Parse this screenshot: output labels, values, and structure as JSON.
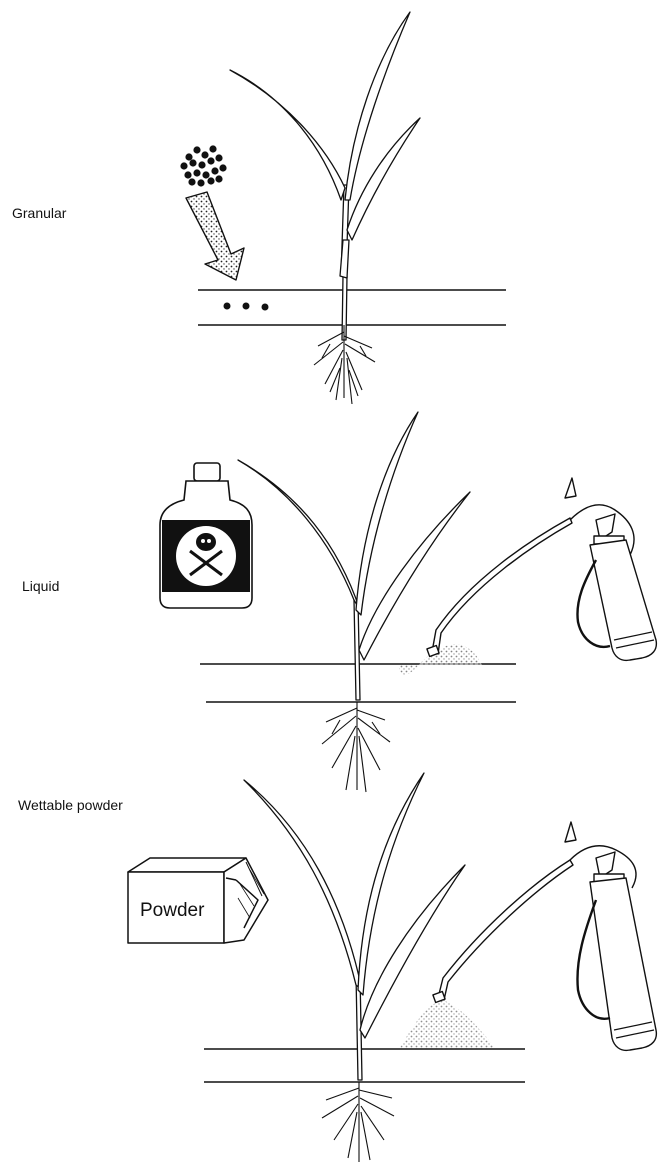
{
  "panels": [
    {
      "id": "granular",
      "label": "Granular"
    },
    {
      "id": "liquid",
      "label": "Liquid"
    },
    {
      "id": "wettable",
      "label": "Wettable powder",
      "box_text": "Powder"
    }
  ],
  "colors": {
    "ink": "#111111",
    "paper": "#ffffff",
    "stipple": "#777777"
  },
  "icons": [
    "pellets-icon",
    "arrow-icon",
    "poison-bottle-icon",
    "skull-crossbones-icon",
    "sprayer-icon",
    "powder-box-icon",
    "plant-icon",
    "roots-icon"
  ]
}
